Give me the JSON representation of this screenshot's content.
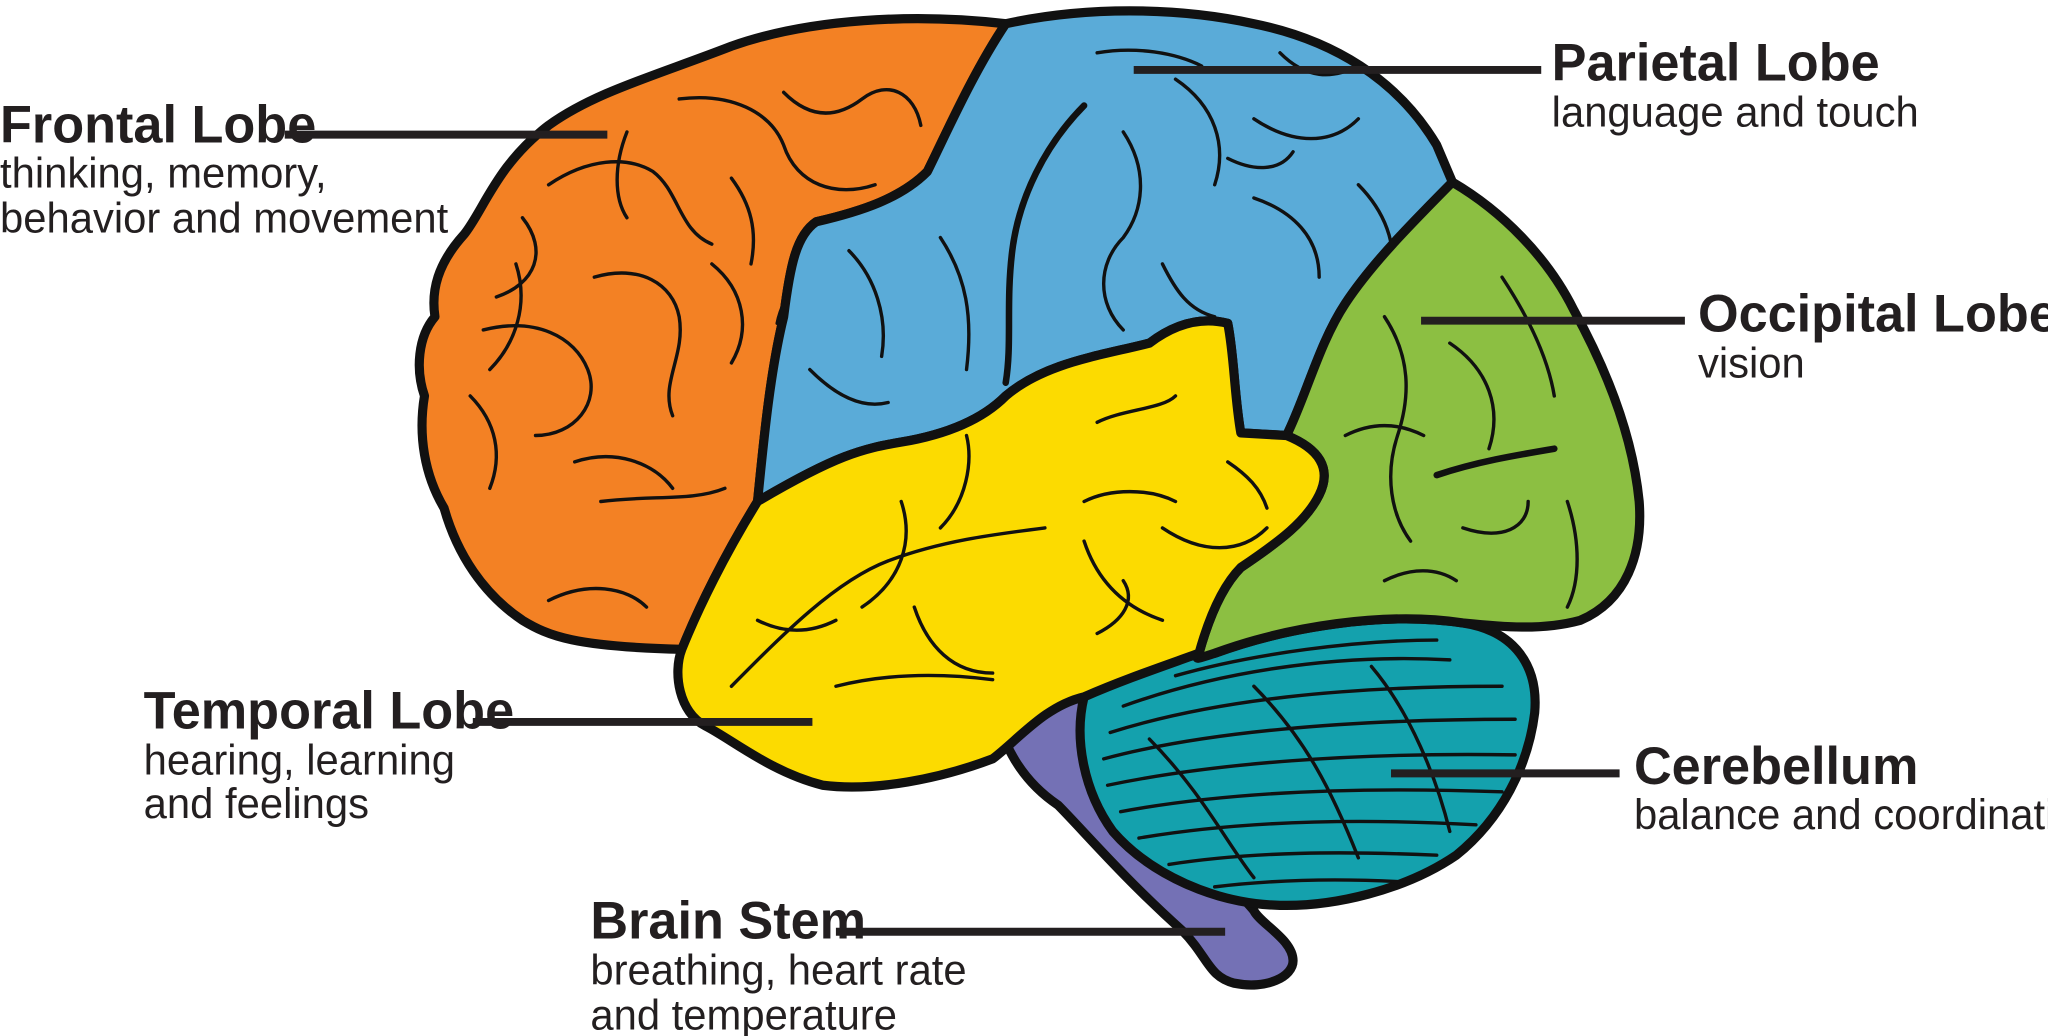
{
  "colors": {
    "frontal": "#f38124",
    "parietal": "#5aabd8",
    "occipital": "#8cbf42",
    "temporal": "#fcdb00",
    "cerebellum": "#14a1ad",
    "brain_stem": "#7471b5",
    "text": "#231f20",
    "outline": "#111111"
  },
  "labels": {
    "frontal": {
      "title": "Frontal Lobe",
      "desc_line1": "thinking, memory,",
      "desc_line2": "behavior and movement"
    },
    "parietal": {
      "title": "Parietal Lobe",
      "desc_line1": "language and touch"
    },
    "occipital": {
      "title": "Occipital Lobe",
      "desc_line1": "vision"
    },
    "temporal": {
      "title": "Temporal Lobe",
      "desc_line1": "hearing, learning",
      "desc_line2": "and feelings"
    },
    "cerebellum": {
      "title": "Cerebellum",
      "desc_line1": "balance and coordination"
    },
    "brain_stem": {
      "title": "Brain Stem",
      "desc_line1": "breathing, heart rate",
      "desc_line2": "and temperature"
    }
  }
}
